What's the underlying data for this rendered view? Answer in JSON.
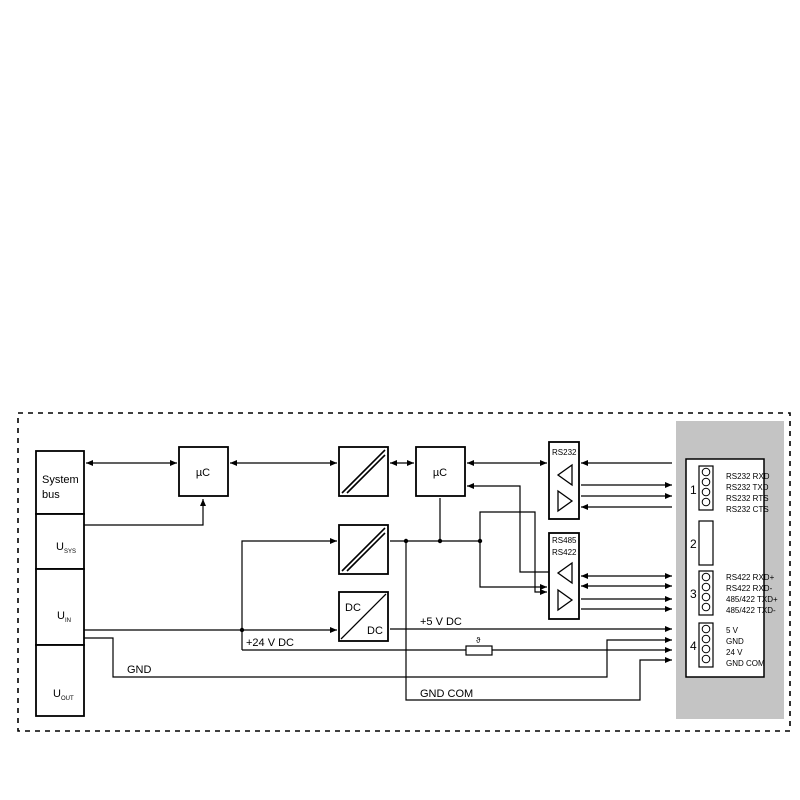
{
  "left_stack": {
    "system_bus_line1": "System",
    "system_bus_line2": "bus",
    "u_sys": "U",
    "u_sys_sub": "SYS",
    "u_in": "U",
    "u_in_sub": "IN",
    "u_out": "U",
    "u_out_sub": "OUT"
  },
  "blocks": {
    "uc_left": "µC",
    "uc_right": "µC",
    "dcdc_top": "DC",
    "dcdc_bottom": "DC",
    "rs232": "RS232",
    "rs485": "RS485",
    "rs422": "RS422"
  },
  "rails": {
    "plus24": "+24 V DC",
    "plus5": "+5 V DC",
    "gnd": "GND",
    "gnd_com": "GND COM",
    "fuse_symbol": "ϑ"
  },
  "connector": {
    "numbers": [
      "1",
      "2",
      "3",
      "4"
    ],
    "group1": [
      "RS232 RXD",
      "RS232 TXD",
      "RS232 RTS",
      "RS232 CTS"
    ],
    "group3": [
      "RS422 RXD+",
      "RS422 RXD-",
      "485/422 TXD+",
      "485/422 TXD-"
    ],
    "group4": [
      "5 V",
      "GND",
      "24 V",
      "GND COM"
    ]
  },
  "colors": {
    "line": "#000000",
    "panel": "#c4c4c4",
    "white": "#ffffff"
  }
}
